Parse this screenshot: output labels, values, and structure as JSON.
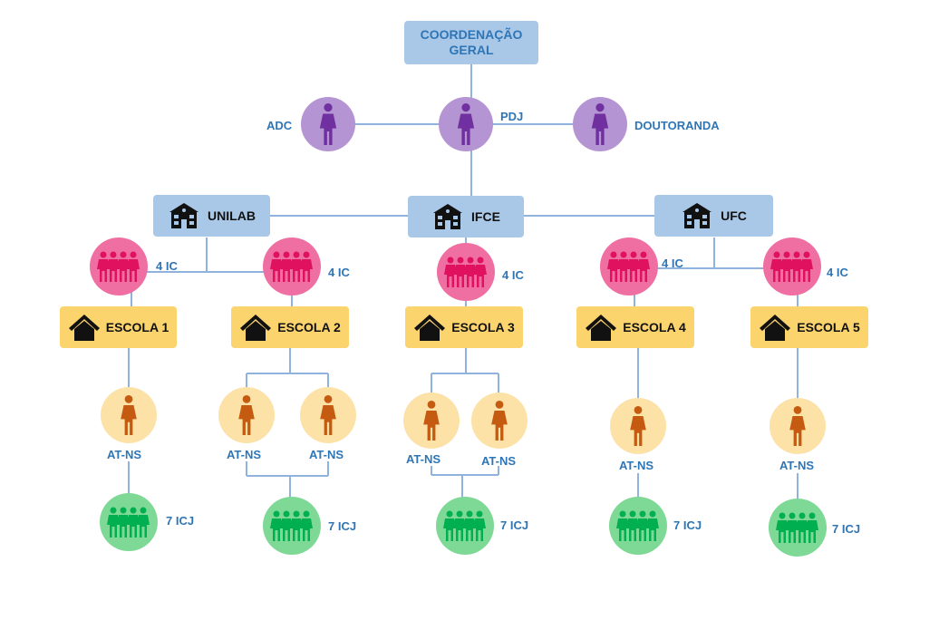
{
  "coordination": {
    "line1": "COORDENAÇÃO",
    "line2": "GERAL"
  },
  "leaders": [
    {
      "label": "ADC"
    },
    {
      "label": "PDJ"
    },
    {
      "label": "DOUTORANDA"
    }
  ],
  "institutions": [
    {
      "label": "UNILAB"
    },
    {
      "label": "IFCE"
    },
    {
      "label": "UFC"
    }
  ],
  "ic_groups": [
    {
      "label": "4 IC"
    },
    {
      "label": "4 IC"
    },
    {
      "label": "4 IC"
    },
    {
      "label": "4 IC"
    },
    {
      "label": "4 IC"
    }
  ],
  "schools": [
    {
      "label": "ESCOLA 1"
    },
    {
      "label": "ESCOLA 2"
    },
    {
      "label": "ESCOLA 3"
    },
    {
      "label": "ESCOLA 4"
    },
    {
      "label": "ESCOLA 5"
    }
  ],
  "atns": [
    {
      "label": "AT-NS"
    },
    {
      "label": "AT-NS"
    },
    {
      "label": "AT-NS"
    },
    {
      "label": "AT-NS"
    },
    {
      "label": "AT-NS"
    },
    {
      "label": "AT-NS"
    },
    {
      "label": "AT-NS"
    }
  ],
  "icj_groups": [
    {
      "label": "7 ICJ"
    },
    {
      "label": "7 ICJ"
    },
    {
      "label": "7 ICJ"
    },
    {
      "label": "7 ICJ"
    },
    {
      "label": "7 ICJ"
    }
  ],
  "colors": {
    "line": "#8fb3dc",
    "blue_box": "#a9c8e8",
    "yellow_box": "#fcd46e",
    "label_blue": "#2e75b6",
    "purple": "#b594d3",
    "purple_icon": "#7030a0",
    "pink": "#ef6fa2",
    "pink_icon": "#e0115f",
    "peach": "#fde2a8",
    "orange_icon": "#c55a11",
    "green": "#7fd996",
    "green_icon": "#00b050"
  }
}
